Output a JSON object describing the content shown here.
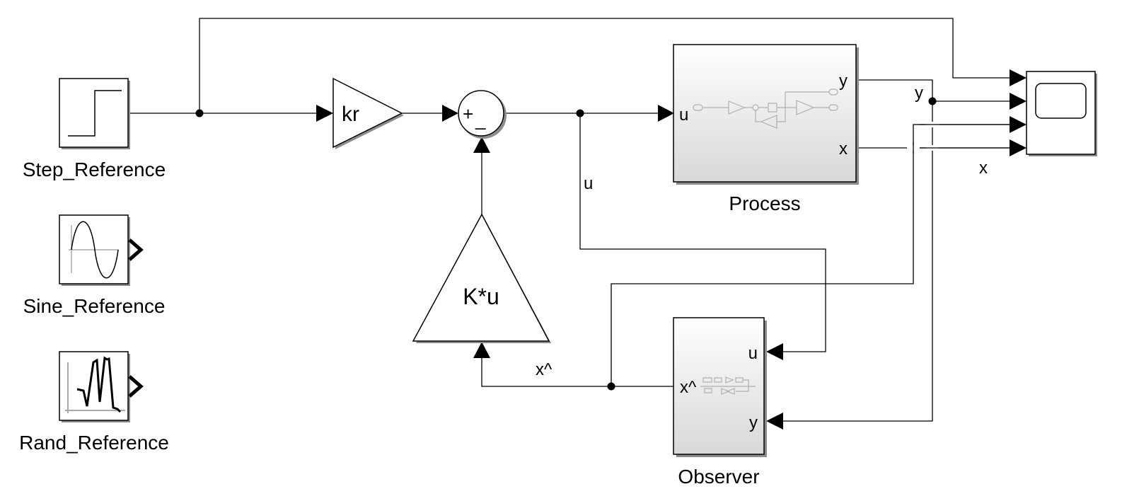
{
  "blocks": {
    "step_reference": "Step_Reference",
    "sine_reference": "Sine_Reference",
    "rand_reference": "Rand_Reference",
    "gain_kr": "kr",
    "gain_k": "K*u",
    "process": "Process",
    "observer": "Observer"
  },
  "sum_signs": {
    "plus": "+",
    "minus": "_"
  },
  "ports": {
    "process_in_u": "u",
    "process_out_y": "y",
    "process_out_x": "x",
    "observer_in_u": "u",
    "observer_in_y": "y",
    "observer_out_xhat": "x^"
  },
  "signals": {
    "u": "u",
    "y": "y",
    "x": "x",
    "xhat": "x^"
  },
  "colors": {
    "line": "#000000",
    "subsystem_fill_top": "#ffffff",
    "subsystem_fill_bottom": "#d8d8d8",
    "shadow": "#8c8c8c"
  }
}
